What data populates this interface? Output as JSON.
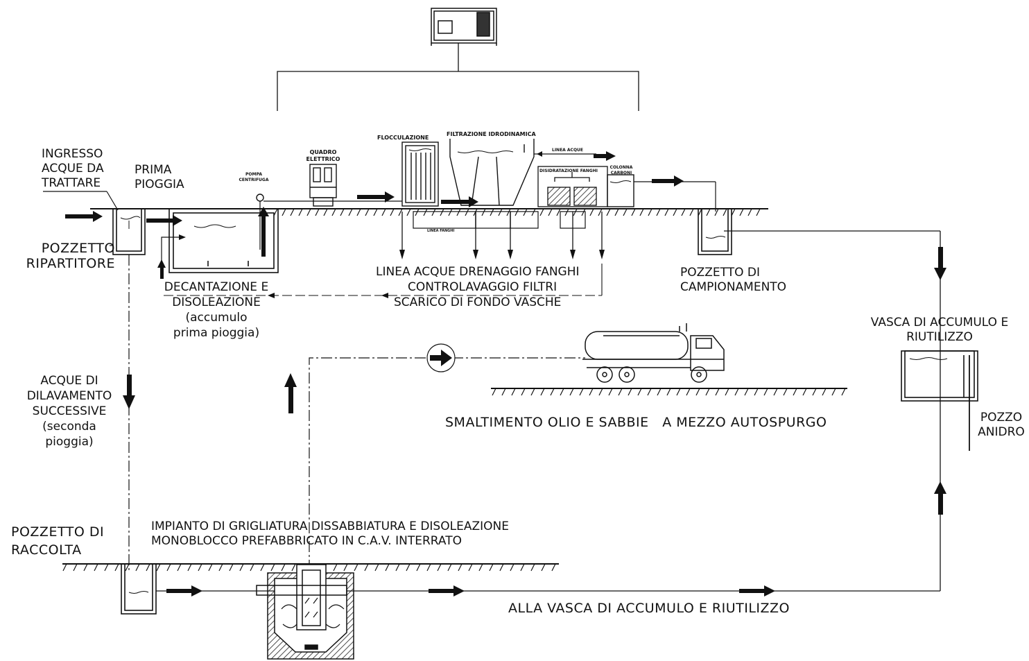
{
  "labels": {
    "ingresso": "INGRESSO\nACQUE DA\nTRATTARE",
    "prima_pioggia": "PRIMA\nPIOGGIA",
    "pozzetto_ripartitore": "POZZETTO\nRIPARTITORE",
    "quadro_elettrico": "QUADRO\nELETTRICO",
    "pompa_centrifuga": "POMPA\nCENTRIFUGA",
    "flocculazione": "FLOCCULAZIONE",
    "filtrazione": "FILTRAZIONE IDRODINAMICA",
    "linea_acque_small": "LINEA ACQUE",
    "disidratazione": "DISIDRATAZIONE FANGHI",
    "colonna_carboni": "COLONNA\nCARBONI",
    "linea_fanghi": "LINEA FANGHI",
    "linea_acque_drenaggio": "LINEA ACQUE DRENAGGIO FANGHI",
    "controlavaggio": "CONTROLAVAGGIO FILTRI",
    "scarico_fondo": "SCARICO DI FONDO VASCHE",
    "decantazione": "DECANTAZIONE E\nDISOLEAZIONE\n(accumulo\nprima pioggia)",
    "pozzetto_campionamento": "POZZETTO DI\nCAMPIONAMENTO",
    "vasca_accumulo": "VASCA DI ACCUMULO E\nRIUTILIZZO",
    "pozzo_anidro": "POZZO\nANIDRO",
    "acque_dilavamento": "ACQUE DI\nDILAVAMENTO\nSUCCESSIVE\n(seconda\npioggia)",
    "smaltimento": "SMALTIMENTO OLIO E SABBIE   A MEZZO AUTOSPURGO",
    "pozzetto_raccolta": "POZZETTO DI\nRACCOLTA",
    "impianto": "IMPIANTO DI GRIGLIATURA DISSABBIATURA E DISOLEAZIONE\nMONOBLOCCO PREFABBRICATO IN C.A.V. INTERRATO",
    "alla_vasca": "ALLA VASCA DI ACCUMULO E RIUTILIZZO"
  }
}
